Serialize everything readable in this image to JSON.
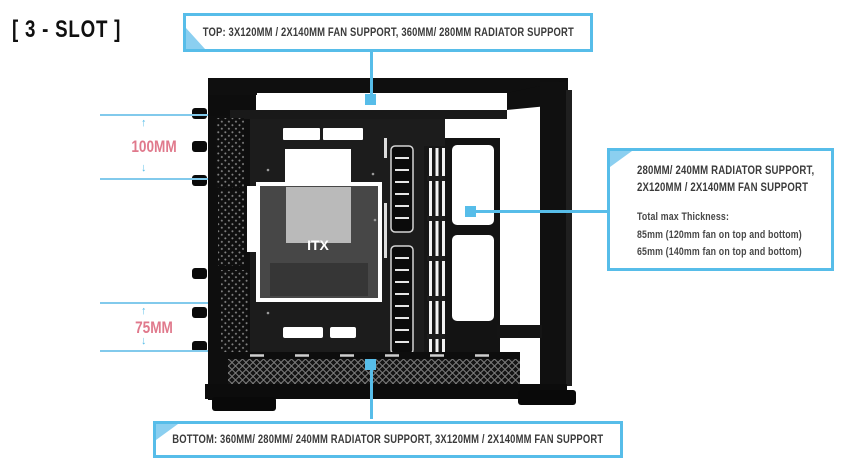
{
  "title": "[ 3 - SLOT ]",
  "callouts": {
    "top": {
      "text": "TOP: 3X120MM / 2X140MM FAN SUPPORT, 360MM/ 280MM RADIATOR SUPPORT"
    },
    "side": {
      "heading_line1": "280MM/ 240MM RADIATOR SUPPORT,",
      "heading_line2": "2X120MM / 2X140MM FAN SUPPORT",
      "thickness_title": "Total max Thickness:",
      "thickness_line1": "85mm (120mm fan on top and bottom)",
      "thickness_line2": "65mm (140mm fan on top and bottom)"
    },
    "bottom": {
      "text": "BOTTOM: 360MM/ 280MM/ 240MM RADIATOR SUPPORT, 3X120MM / 2X140MM FAN SUPPORT"
    }
  },
  "measurements": {
    "top_gap": {
      "label": "100MM",
      "up_arrow": "↑",
      "down_arrow": "↓"
    },
    "bottom_gap": {
      "label": "75MM",
      "up_arrow": "↑",
      "down_arrow": "↓"
    }
  },
  "case": {
    "motherboard_label": "ITX"
  },
  "colors": {
    "accent_blue": "#57BDE9",
    "fold_blue": "#8BCFF0",
    "label_pink": "#E0798C",
    "text_dark": "#3B3B3B",
    "case_black": "#141414",
    "background": "#FFFFFF"
  }
}
